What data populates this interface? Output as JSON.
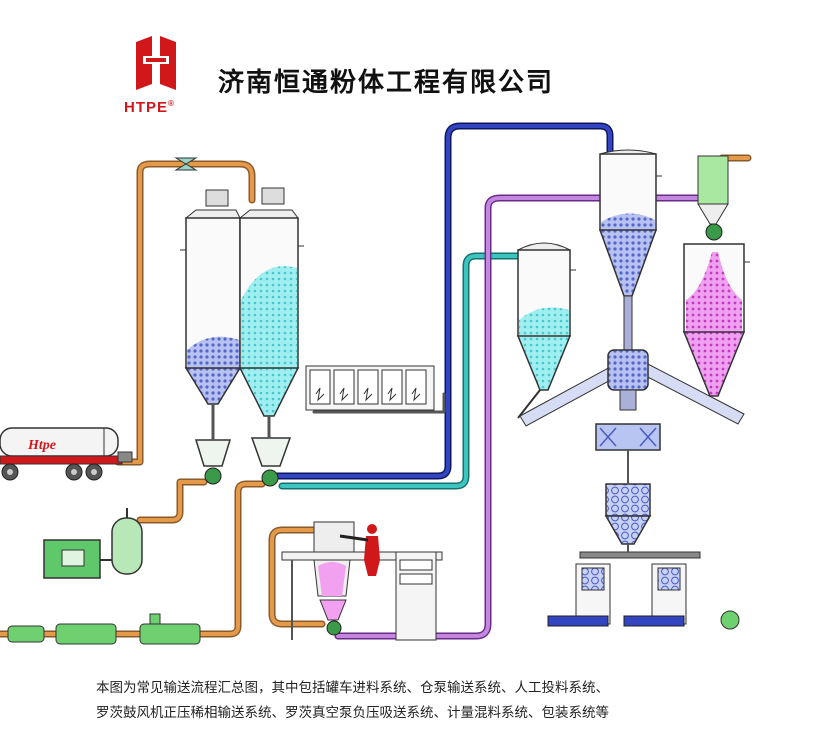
{
  "header": {
    "logo_text": "HTPE",
    "logo_registered": "®",
    "company_name": "济南恒通粉体工程有限公司"
  },
  "truck": {
    "label": "Htpe"
  },
  "caption": {
    "line1": "本图为常见输送流程汇总图，其中包括罐车进料系统、仓泵输送系统、人工投料系统、",
    "line2": "罗茨鼓风机正压稀相输送系统、罗茨真空泵负压吸送系统、计量混料系统、包装系统等"
  },
  "colors": {
    "logo_red": "#d0181a",
    "pipe_orange": "#d9883a",
    "pipe_navy": "#1c2b8f",
    "pipe_teal": "#2fa6a0",
    "pipe_purple": "#a05ab8",
    "powder_cyan": "#7fe0e4",
    "powder_blue": "#9aa7e8",
    "powder_magenta": "#e06ce0",
    "equipment_green": "#6fd06f"
  }
}
